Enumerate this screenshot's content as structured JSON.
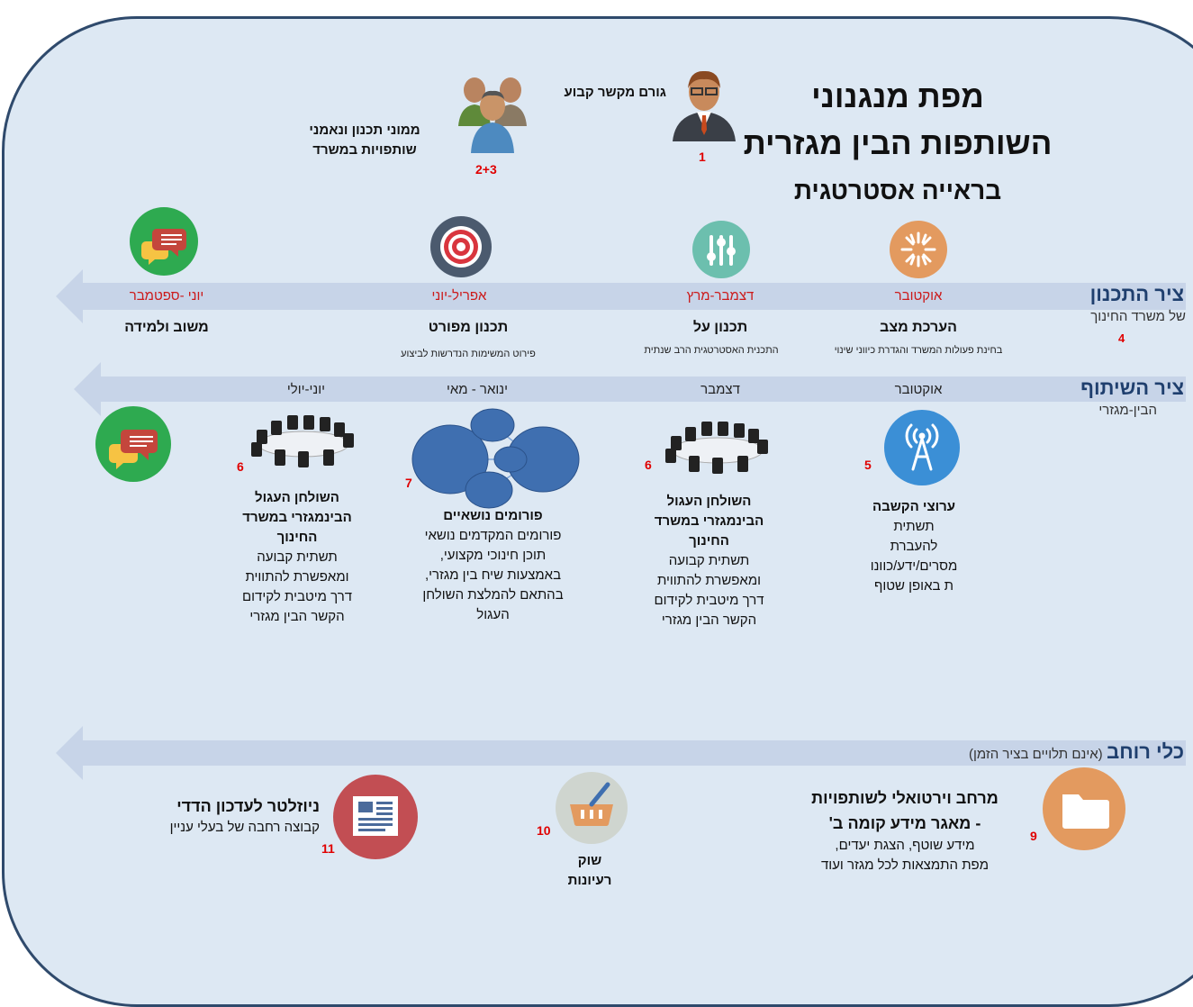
{
  "title": {
    "line1": "מפת מנגנוני",
    "line2": "השותפות הבין מגזרית",
    "line3": "בראייה אסטרטגית"
  },
  "top_people": {
    "contact": {
      "label": "גורם מקשר קבוע",
      "number": "1"
    },
    "trustees": {
      "label_line1": "ממוני תכנון ונאמני",
      "label_line2": "שותפויות במשרד",
      "number": "2+3"
    }
  },
  "planning_lane": {
    "title": "ציר התכנון",
    "subtitle": "של משרד החינוך",
    "number": "4",
    "stages": [
      {
        "month": "אוקטובר",
        "name": "הערכת מצב",
        "desc": "בחינת פעולות המשרד והגדרת כיווני שינוי",
        "icon": "sun-icon"
      },
      {
        "month": "דצמבר-מרץ",
        "name": "תכנון על",
        "desc": "התכנית האסטרטגית הרב שנתית",
        "icon": "sliders-icon"
      },
      {
        "month": "אפריל-יוני",
        "name": "תכנון מפורט",
        "desc": "פירוט המשימות הנדרשות לביצוע",
        "icon": "target-icon"
      },
      {
        "month": "יוני -ספטמבר",
        "name": "משוב ולמידה",
        "desc": "",
        "icon": "chat-icon"
      }
    ]
  },
  "partnership_lane": {
    "title": "ציר השיתוף",
    "subtitle": "הבין-מגזרי",
    "stages": [
      {
        "month": "אוקטובר",
        "number": "5",
        "title": "ערוצי הקשבה",
        "lines": [
          "תשתית",
          "להעברת",
          "מסרים/ידע/כוונו",
          "ת באופן שטוף"
        ]
      },
      {
        "month": "דצמבר",
        "number": "6",
        "title_lines": [
          "השולחן העגול",
          "הבינמגזרי במשרד",
          "החינוך"
        ],
        "lines": [
          "תשתית קבועה",
          "ומאפשרת להתווית",
          "דרך מיטבית לקידום",
          "הקשר הבין מגזרי"
        ]
      },
      {
        "month": "ינואר - מאי",
        "number": "7",
        "title": "פורומים נושאיים",
        "lines": [
          "פורומים המקדמים נושאי",
          "תוכן חינוכי מקצועי,",
          "באמצעות שיח בין מגזרי,",
          "בהתאם להמלצת השולחן",
          "העגול"
        ]
      },
      {
        "month": "יוני-יולי",
        "number": "6",
        "title_lines": [
          "השולחן העגול",
          "הבינמגזרי במשרד",
          "החינוך"
        ],
        "lines": [
          "תשתית קבועה",
          "ומאפשרת להתווית",
          "דרך מיטבית לקידום",
          "הקשר הבין מגזרי"
        ]
      }
    ]
  },
  "wide_tools": {
    "title": "כלי רוחב",
    "note": "(אינם תלויים בציר הזמן)",
    "items": [
      {
        "number": "9",
        "title_line1": "מרחב וירטואלי לשותפויות",
        "title_line2": "- מאגר מידע קומה ב'",
        "desc_line1": "מידע שוטף,  הצגת יעדים,",
        "desc_line2": "מפת התמצאות לכל מגזר ועוד"
      },
      {
        "number": "10",
        "title_line1": "שוק",
        "title_line2": "רעיונות"
      },
      {
        "number": "11",
        "title": "ניוזלטר לעדכון הדדי",
        "desc": "קבוצה רחבה של בעלי עניין"
      }
    ]
  },
  "colors": {
    "frame_border": "#2f4a6c",
    "background": "#dde8f3",
    "arrow": "#c7d4e8",
    "lane_title": "#1f3f6e",
    "number_red": "#e00000",
    "month_red": "#cc1a1a",
    "sun_circle": "#e39a5f",
    "sliders_circle": "#6cbfae",
    "target_circle": "#4b5a6e",
    "chat_circle": "#2eaa50",
    "antenna_circle": "#3b8fd6",
    "folder_circle": "#e39a5f",
    "basket_circle": "#cfd5cf",
    "newsletter_circle": "#c24e53",
    "bubble_blue": "#3f6fb0"
  }
}
